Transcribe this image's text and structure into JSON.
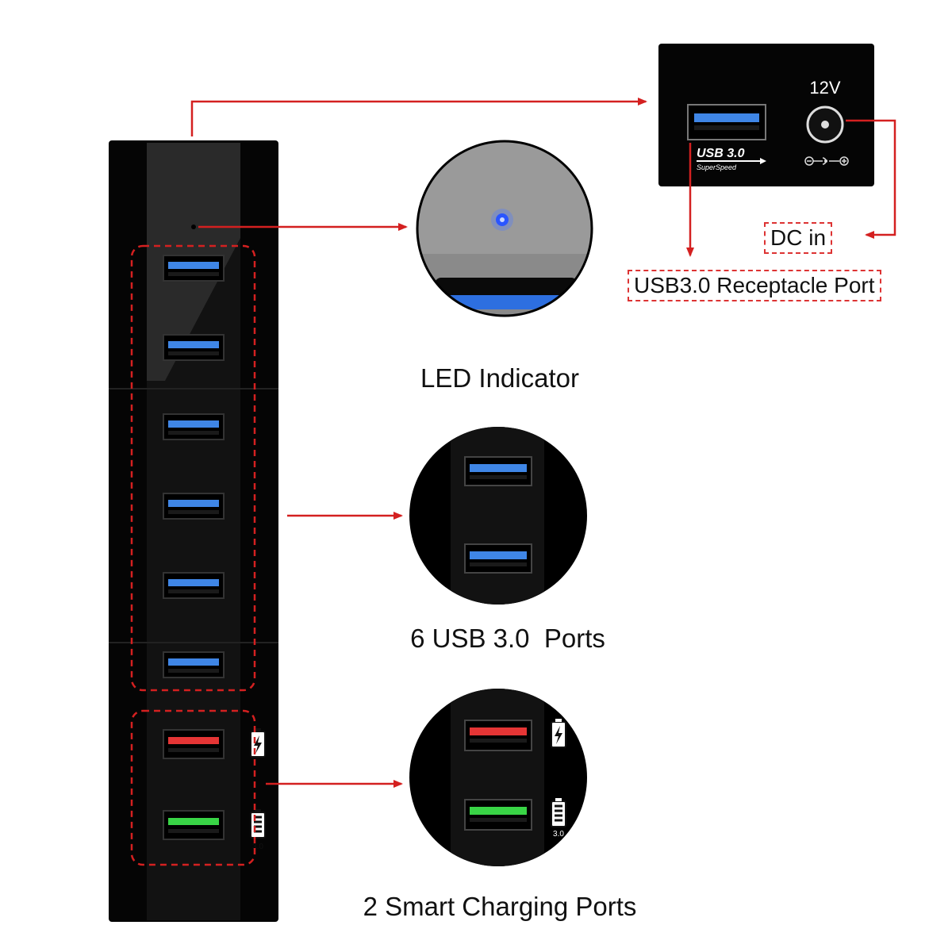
{
  "labels": {
    "led_indicator": "LED Indicator",
    "usb_ports": "6 USB 3.0  Ports",
    "charging_ports": "2 Smart Charging Ports",
    "dc_in": "DC in",
    "receptacle": "USB3.0 Receptacle Port",
    "voltage": "12V",
    "usb_logo_main": "USB 3.0",
    "usb_logo_sub": "SuperSpeed",
    "port_version": "3.0"
  },
  "hub": {
    "usb30_port_count": 6,
    "charging_port_count": 2
  },
  "colors": {
    "annotation_red": "#d42020",
    "usb_blue": "#3f86e6",
    "charge_red": "#e53535",
    "charge_green": "#39d446",
    "led_blue": "#2a55ff",
    "body_black": "#050505"
  },
  "icons": [
    "battery-charge-icon",
    "battery-quick-charge-icon",
    "usb-superspeed-icon",
    "dc-polarity-icon"
  ]
}
